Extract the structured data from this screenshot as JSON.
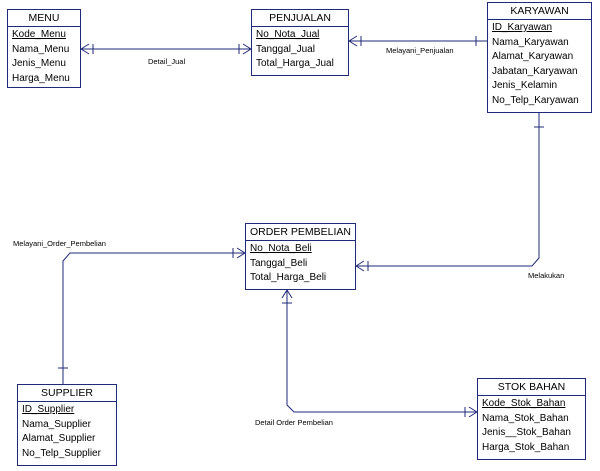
{
  "entities": {
    "menu": {
      "title": "MENU",
      "attributes": [
        "Kode_Menu",
        "Nama_Menu",
        "Jenis_Menu",
        "Harga_Menu"
      ]
    },
    "penjualan": {
      "title": "PENJUALAN",
      "attributes": [
        "No_Nota_Jual",
        "Tanggal_Jual",
        "Total_Harga_Jual"
      ]
    },
    "karyawan": {
      "title": "KARYAWAN",
      "attributes": [
        "ID_Karyawan",
        "Nama_Karyawan",
        "Alamat_Karyawan",
        "Jabatan_Karyawan",
        "Jenis_Kelamin",
        "No_Telp_Karyawan"
      ]
    },
    "order_pembelian": {
      "title": "ORDER PEMBELIAN",
      "attributes": [
        "No_Nota_Beli",
        "Tanggal_Beli",
        "Total_Harga_Beli"
      ]
    },
    "supplier": {
      "title": "SUPPLIER",
      "attributes": [
        "ID_Supplier",
        "Nama_Supplier",
        "Alamat_Supplier",
        "No_Telp_Supplier"
      ]
    },
    "stok_bahan": {
      "title": "STOK BAHAN",
      "attributes": [
        "Kode_Stok_Bahan",
        "Nama_Stok_Bahan",
        "Jenis__Stok_Bahan",
        "Harga_Stok_Bahan"
      ]
    }
  },
  "relationships": {
    "detail_jual": "Detail_Jual",
    "melayani_penjualan": "Melayani_Penjualan",
    "melakukan": "Melakukan",
    "melayani_order_pembelian": "Melayani_Order_Pembelian",
    "detail_order_pembelian": "Detail Order Pembelian"
  },
  "colors": {
    "line": "#1f2a7a",
    "border": "#1f2a7a"
  }
}
